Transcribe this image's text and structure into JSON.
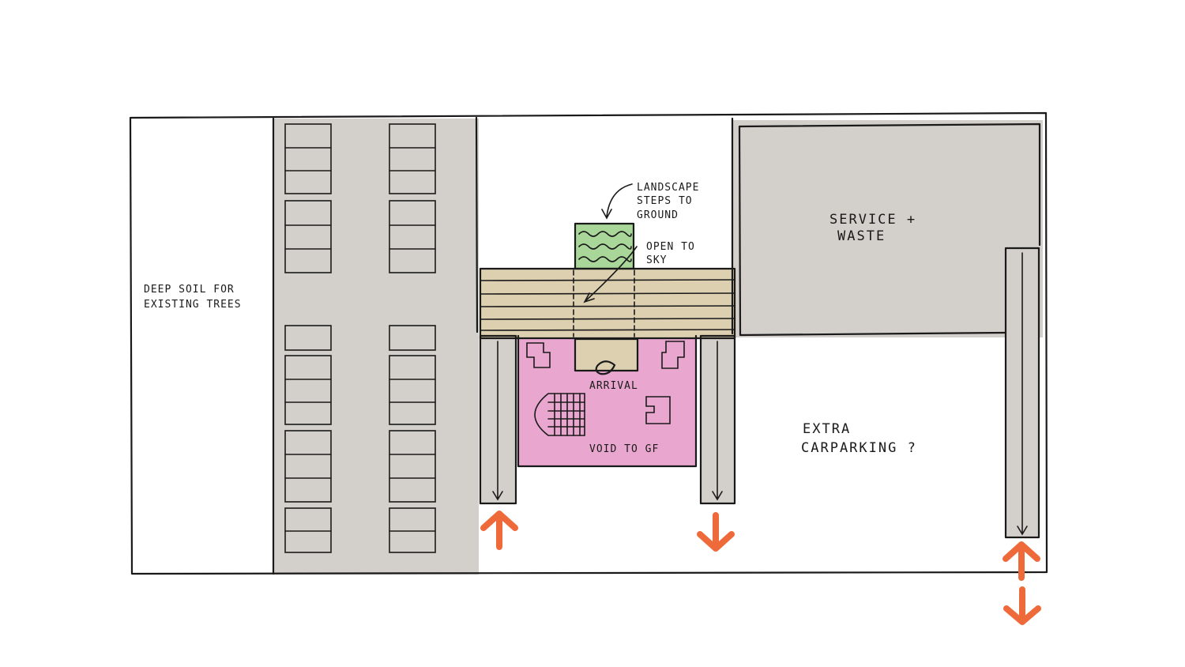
{
  "labels": {
    "deep_soil_1": "DEEP SOIL FOR",
    "deep_soil_2": "EXISTING TREES",
    "landscape_1": "LANDSCAPE",
    "landscape_2": "STEPS TO",
    "landscape_3": "GROUND",
    "open_sky_1": "OPEN TO",
    "open_sky_2": "SKY",
    "service_1": "SERVICE +",
    "service_2": "WASTE",
    "arrival": "ARRIVAL",
    "void": "VOID TO GF",
    "extra_1": "EXTRA",
    "extra_2": "CARPARKING ?"
  },
  "colors": {
    "paving": "#d3cfcb",
    "void_pink": "#e9a7cf",
    "landscape_green": "#a9d79a",
    "deck_tan": "#ddd0b0",
    "arrow_orange": "#ee6a3a",
    "ink": "#1a1a1a"
  },
  "arrows": [
    {
      "name": "entry-arrow-west",
      "direction": "up"
    },
    {
      "name": "exit-arrow-central",
      "direction": "down"
    },
    {
      "name": "entry-arrow-east",
      "direction": "up"
    },
    {
      "name": "exit-arrow-east",
      "direction": "down"
    }
  ]
}
